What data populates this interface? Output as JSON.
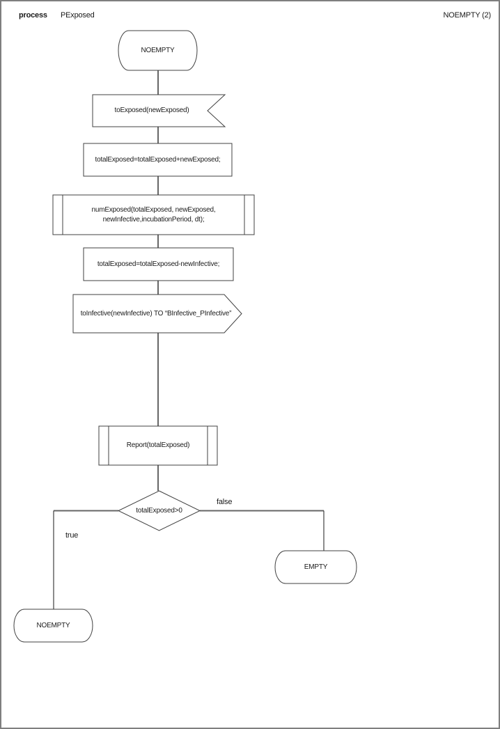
{
  "header": {
    "kind_label": "process",
    "process_name": "PExposed",
    "page_ref": "NOEMPTY (2)"
  },
  "nodes": {
    "start_state": {
      "type": "state",
      "label": "NOEMPTY"
    },
    "input_signal": {
      "type": "input-signal",
      "label": "toExposed(newExposed)"
    },
    "assign_add": {
      "type": "process",
      "label": "totalExposed=totalExposed+newExposed;"
    },
    "proc_num": {
      "type": "procedure-call",
      "line1": "numExposed(totalExposed, newExposed,",
      "line2": "newInfective,incubationPeriod, dt);"
    },
    "assign_sub": {
      "type": "process",
      "label": "totalExposed=totalExposed-newInfective;"
    },
    "output_signal": {
      "type": "output-signal",
      "label": "toInfective(newInfective) TO “BInfective_PInfective”"
    },
    "proc_report": {
      "type": "procedure-call",
      "label": "Report(totalExposed)"
    },
    "decision": {
      "type": "decision",
      "label": "totalExposed>0"
    },
    "empty_state": {
      "type": "state",
      "label": "EMPTY"
    },
    "end_state": {
      "type": "state",
      "label": "NOEMPTY"
    }
  },
  "edges": {
    "true_label": "true",
    "false_label": "false"
  },
  "colors": {
    "page_border": "#7f7f7f",
    "shape_stroke": "#404040",
    "connector": "#666666",
    "branch_line": "#1a1a1a",
    "text": "#1a1a1a",
    "background": "#ffffff"
  }
}
